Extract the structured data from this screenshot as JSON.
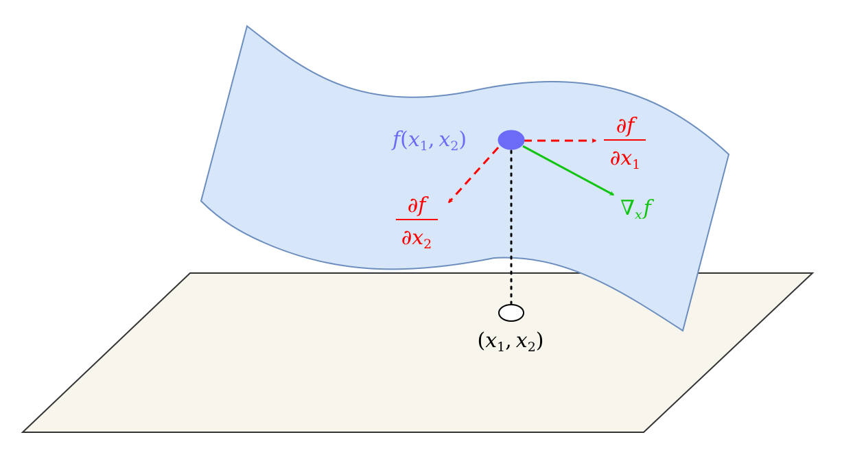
{
  "colors": {
    "background": "#ffffff",
    "plane_fill": "#f7f5ec",
    "plane_stroke": "#333333",
    "surface_fill": "#d7e6f8",
    "surface_stroke": "#6c8ebf",
    "point_fill": "#6b6bf7",
    "partial_color": "#ff0000",
    "gradient_color": "#11c411",
    "projection_color": "#000000",
    "function_label_color": "#6b6bf7"
  },
  "labels": {
    "function_value": {
      "name": "f",
      "open": "(",
      "var1": "x",
      "sub1": "1",
      "comma": ",",
      "var2": "x",
      "sub2": "2",
      "close": ")"
    },
    "partial_x1": {
      "numerator_partial": "∂",
      "numerator_var": "f",
      "denominator_partial": "∂",
      "denominator_var": "x",
      "denominator_sub": "1"
    },
    "partial_x2": {
      "numerator_partial": "∂",
      "numerator_var": "f",
      "denominator_partial": "∂",
      "denominator_var": "x",
      "denominator_sub": "2"
    },
    "gradient": {
      "nabla": "∇",
      "sub": "x",
      "var": "f"
    },
    "input_point": {
      "open": "(",
      "var1": "x",
      "sub1": "1",
      "comma": ",",
      "var2": "x",
      "sub2": "2",
      "close": ")"
    }
  }
}
